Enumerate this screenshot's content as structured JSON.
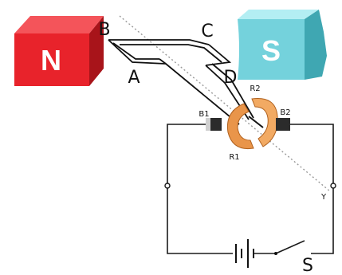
{
  "magnets": {
    "north": {
      "label": "N",
      "color": "#e8232b"
    },
    "south": {
      "label": "S",
      "color": "#74d2dc"
    }
  },
  "coil_labels": {
    "a": "A",
    "b": "B",
    "c": "C",
    "d": "D"
  },
  "commutator_labels": {
    "r1": "R1",
    "r2": "R2"
  },
  "brush_labels": {
    "b1": "B1",
    "b2": "B2"
  },
  "axis_label": "Y",
  "switch_label": "S",
  "colors": {
    "commutator": "#e9954a",
    "brush": "#2b2b2b",
    "axis": "#999999"
  }
}
